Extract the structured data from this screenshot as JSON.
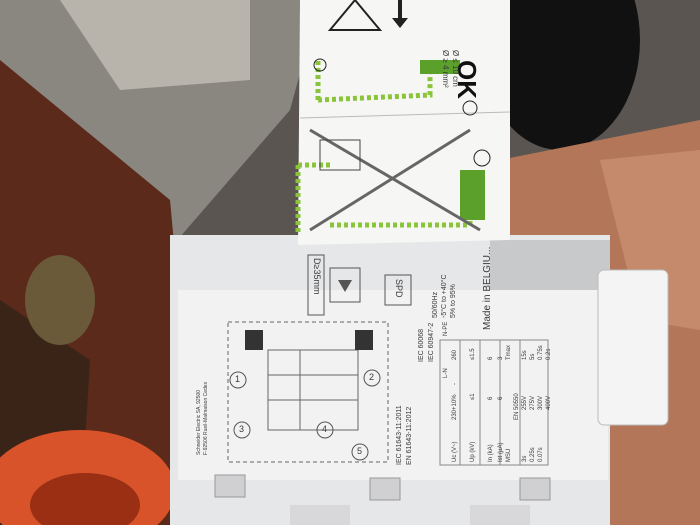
{
  "label": {
    "ok_text": "OK",
    "ok_specs": [
      "Ø ≤ 10 cm",
      "Ø ≥ 4 mm²"
    ]
  },
  "device": {
    "rail_width": "D≥35mm",
    "spd_badge": "SPD",
    "terminal_numbers": [
      "1",
      "2",
      "3",
      "4",
      "5"
    ],
    "standards": [
      "IEC 61643-11:2011",
      "EN 61643-11:2012",
      "IEC 60068",
      "IEC 60947-2"
    ],
    "frequency": "50/60Hz",
    "temperature": "-5°C to +40°C",
    "humidity": "5% to 95%",
    "made_in": "Made in BELGIU...",
    "spec_columns": [
      "L-N",
      "N-PE"
    ],
    "spec_rows": [
      [
        "Uc (V~)",
        "230+10%",
        "-",
        "260"
      ],
      [
        "Up (kV)",
        "≤1",
        "≤1.5"
      ],
      [
        "In (kA)",
        "6",
        "6"
      ],
      [
        "Ist (µA)",
        "6",
        "3"
      ]
    ],
    "side_table_header": [
      "MSU",
      "Tmax"
    ],
    "side_table_std": "EN 50550",
    "side_table_rows": [
      [
        "3s",
        "255V",
        "15s"
      ],
      [
        "0.25s",
        "275V",
        "5s"
      ],
      [
        "0.07s",
        "300V",
        "0.75s"
      ],
      [
        "",
        "400V",
        "0.2s"
      ]
    ],
    "manufacturer_lines": [
      "Schneider Electric SA, 92500",
      "F-92506 Rueil-Malmaison Cedex"
    ]
  }
}
